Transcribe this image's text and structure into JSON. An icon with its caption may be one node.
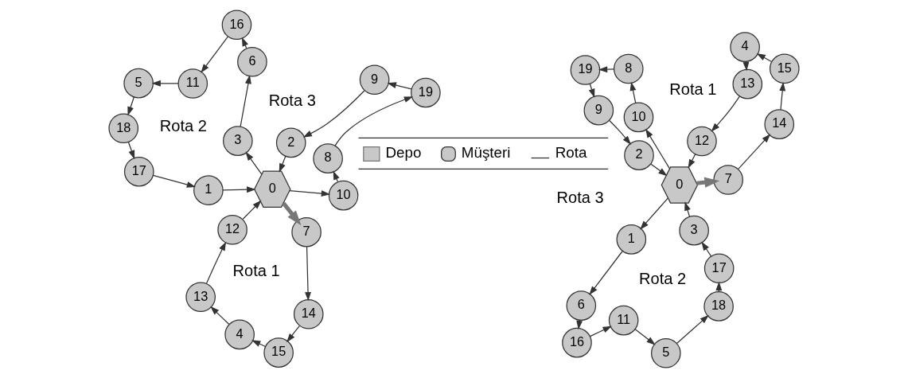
{
  "diagram": {
    "nodes": [
      {
        "text": [
          "0"
        ]
      },
      {
        "text": [
          "1"
        ]
      },
      {
        "text": [
          "2"
        ]
      },
      {
        "text": [
          "3"
        ]
      },
      {
        "text": [
          "4"
        ]
      },
      {
        "text": [
          "5"
        ]
      },
      {
        "text": [
          "6"
        ]
      },
      {
        "text": [
          "7"
        ]
      },
      {
        "text": [
          "8"
        ]
      },
      {
        "text": [
          "9"
        ]
      },
      {
        "text": [
          "10"
        ]
      },
      {
        "text": [
          "11"
        ]
      },
      {
        "text": [
          "12"
        ]
      },
      {
        "text": [
          "13"
        ]
      },
      {
        "text": [
          "14"
        ]
      },
      {
        "text": [
          "15"
        ]
      },
      {
        "text": [
          "16"
        ]
      },
      {
        "text": [
          "17"
        ]
      },
      {
        "text": [
          "18"
        ]
      },
      {
        "text": [
          "19"
        ]
      },
      {
        "text": [
          "0"
        ]
      },
      {
        "text": [
          "1"
        ]
      },
      {
        "text": [
          "2"
        ]
      },
      {
        "text": [
          "3"
        ]
      },
      {
        "text": [
          "4"
        ]
      },
      {
        "text": [
          "5"
        ]
      },
      {
        "text": [
          "6"
        ]
      },
      {
        "text": [
          "7"
        ]
      },
      {
        "text": [
          "8"
        ]
      },
      {
        "text": [
          "9"
        ]
      },
      {
        "text": [
          "10"
        ]
      },
      {
        "text": [
          "11"
        ]
      },
      {
        "text": [
          "12"
        ]
      },
      {
        "text": [
          "13"
        ]
      },
      {
        "text": [
          "14"
        ]
      },
      {
        "text": [
          "15"
        ]
      },
      {
        "text": [
          "16"
        ]
      },
      {
        "text": [
          "17"
        ]
      },
      {
        "text": [
          "18"
        ]
      },
      {
        "text": [
          "19"
        ]
      }
    ],
    "edges": [
      {
        "from": 0,
        "to": 7,
        "arrow": "to",
        "style": "thick"
      },
      {
        "from": 7,
        "to": 14,
        "arrow": "to"
      },
      {
        "from": 14,
        "to": 15,
        "arrow": "to"
      },
      {
        "from": 15,
        "to": 4,
        "arrow": "to"
      },
      {
        "from": 4,
        "to": 13,
        "arrow": "to"
      },
      {
        "from": 13,
        "to": 12,
        "arrow": "to"
      },
      {
        "from": 12,
        "to": 0,
        "arrow": "to"
      },
      {
        "from": 0,
        "to": 1,
        "arrow": "to"
      },
      {
        "from": 1,
        "to": 6,
        "arrow": "to"
      },
      {
        "from": 6,
        "to": 16,
        "arrow": "to"
      },
      {
        "from": 16,
        "to": 11,
        "arrow": "to"
      },
      {
        "from": 11,
        "to": 5,
        "arrow": "to"
      },
      {
        "from": 5,
        "to": 18,
        "arrow": "to"
      },
      {
        "from": 18,
        "to": 17,
        "arrow": "to"
      },
      {
        "from": 17,
        "to": 3,
        "arrow": "to"
      },
      {
        "from": 3,
        "to": 0,
        "arrow": "to"
      },
      {
        "from": 0,
        "to": 10,
        "arrow": "to"
      },
      {
        "from": 10,
        "to": 8,
        "arrow": "to"
      },
      {
        "from": 8,
        "to": 19,
        "arrow": "to"
      },
      {
        "from": 19,
        "to": 9,
        "arrow": "to"
      },
      {
        "from": 9,
        "to": 2,
        "arrow": "to"
      },
      {
        "from": 2,
        "to": 0,
        "arrow": "to"
      },
      {
        "from": 20,
        "to": 27,
        "arrow": "to",
        "style": "thick"
      },
      {
        "from": 27,
        "to": 34,
        "arrow": "to"
      },
      {
        "from": 34,
        "to": 35,
        "arrow": "to"
      },
      {
        "from": 35,
        "to": 24,
        "arrow": "to"
      },
      {
        "from": 24,
        "to": 33,
        "arrow": "to"
      },
      {
        "from": 33,
        "to": 32,
        "arrow": "to"
      },
      {
        "from": 32,
        "to": 20,
        "arrow": "to"
      },
      {
        "from": 20,
        "to": 23,
        "arrow": "to"
      },
      {
        "from": 23,
        "to": 26,
        "arrow": "to"
      },
      {
        "from": 26,
        "to": 36,
        "arrow": "to"
      },
      {
        "from": 36,
        "to": 31,
        "arrow": "to"
      },
      {
        "from": 31,
        "to": 25,
        "arrow": "to"
      },
      {
        "from": 25,
        "to": 38,
        "arrow": "to"
      },
      {
        "from": 38,
        "to": 37,
        "arrow": "to"
      },
      {
        "from": 37,
        "to": 21,
        "arrow": "to"
      },
      {
        "from": 21,
        "to": 20,
        "arrow": "to"
      },
      {
        "from": 20,
        "to": 30,
        "arrow": "to"
      },
      {
        "from": 30,
        "to": 28,
        "arrow": "to"
      },
      {
        "from": 28,
        "to": 39,
        "arrow": "to"
      },
      {
        "from": 39,
        "to": 29,
        "arrow": "to"
      },
      {
        "from": 29,
        "to": 22,
        "arrow": "to"
      },
      {
        "from": 22,
        "to": 20,
        "arrow": "to"
      }
    ],
    "labels": [
      "Rota 1",
      "Rota 2",
      "Rota 3",
      "Rota 1",
      "Rota 2",
      "Rota 3"
    ],
    "legend": [
      {
        "text": "Depo"
      },
      {
        "text": "Müşteri"
      },
      {
        "text": "Rota"
      }
    ]
  }
}
